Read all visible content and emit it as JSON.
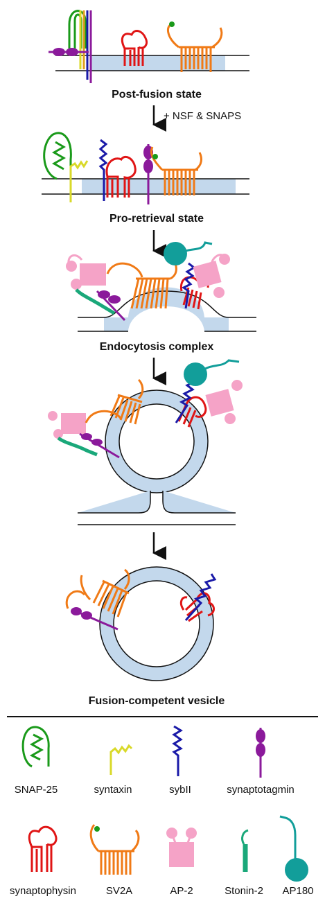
{
  "stages": [
    {
      "label": "Post-fusion state"
    },
    {
      "label": "Pro-retrieval state"
    },
    {
      "label": "Endocytosis complex"
    },
    {
      "label": ""
    },
    {
      "label": "Fusion-competent vesicle"
    }
  ],
  "steps": [
    {
      "label": "+ NSF & SNAPS"
    }
  ],
  "legend": [
    {
      "label": "SNAP-25",
      "color": "#1a9a1a",
      "icon": "snap25-icon"
    },
    {
      "label": "syntaxin",
      "color": "#d9d92a",
      "icon": "syntaxin-icon"
    },
    {
      "label": "sybII",
      "color": "#1a1aa8",
      "icon": "sybii-icon"
    },
    {
      "label": "synaptotagmin",
      "color": "#8b1a9b",
      "icon": "synaptotagmin-icon"
    },
    {
      "label": "synaptophysin",
      "color": "#e01515",
      "icon": "synaptophysin-icon"
    },
    {
      "label": "SV2A",
      "color": "#f07a16",
      "icon": "sv2a-icon"
    },
    {
      "label": "AP-2",
      "color": "#f5a3c7",
      "icon": "ap2-icon"
    },
    {
      "label": "Stonin-2",
      "color": "#1aa87a",
      "icon": "stonin2-icon"
    },
    {
      "label": "AP180",
      "color": "#129e9a",
      "icon": "ap180-icon"
    }
  ],
  "colors": {
    "membrane": "#c3d8ec",
    "line": "#111111"
  }
}
